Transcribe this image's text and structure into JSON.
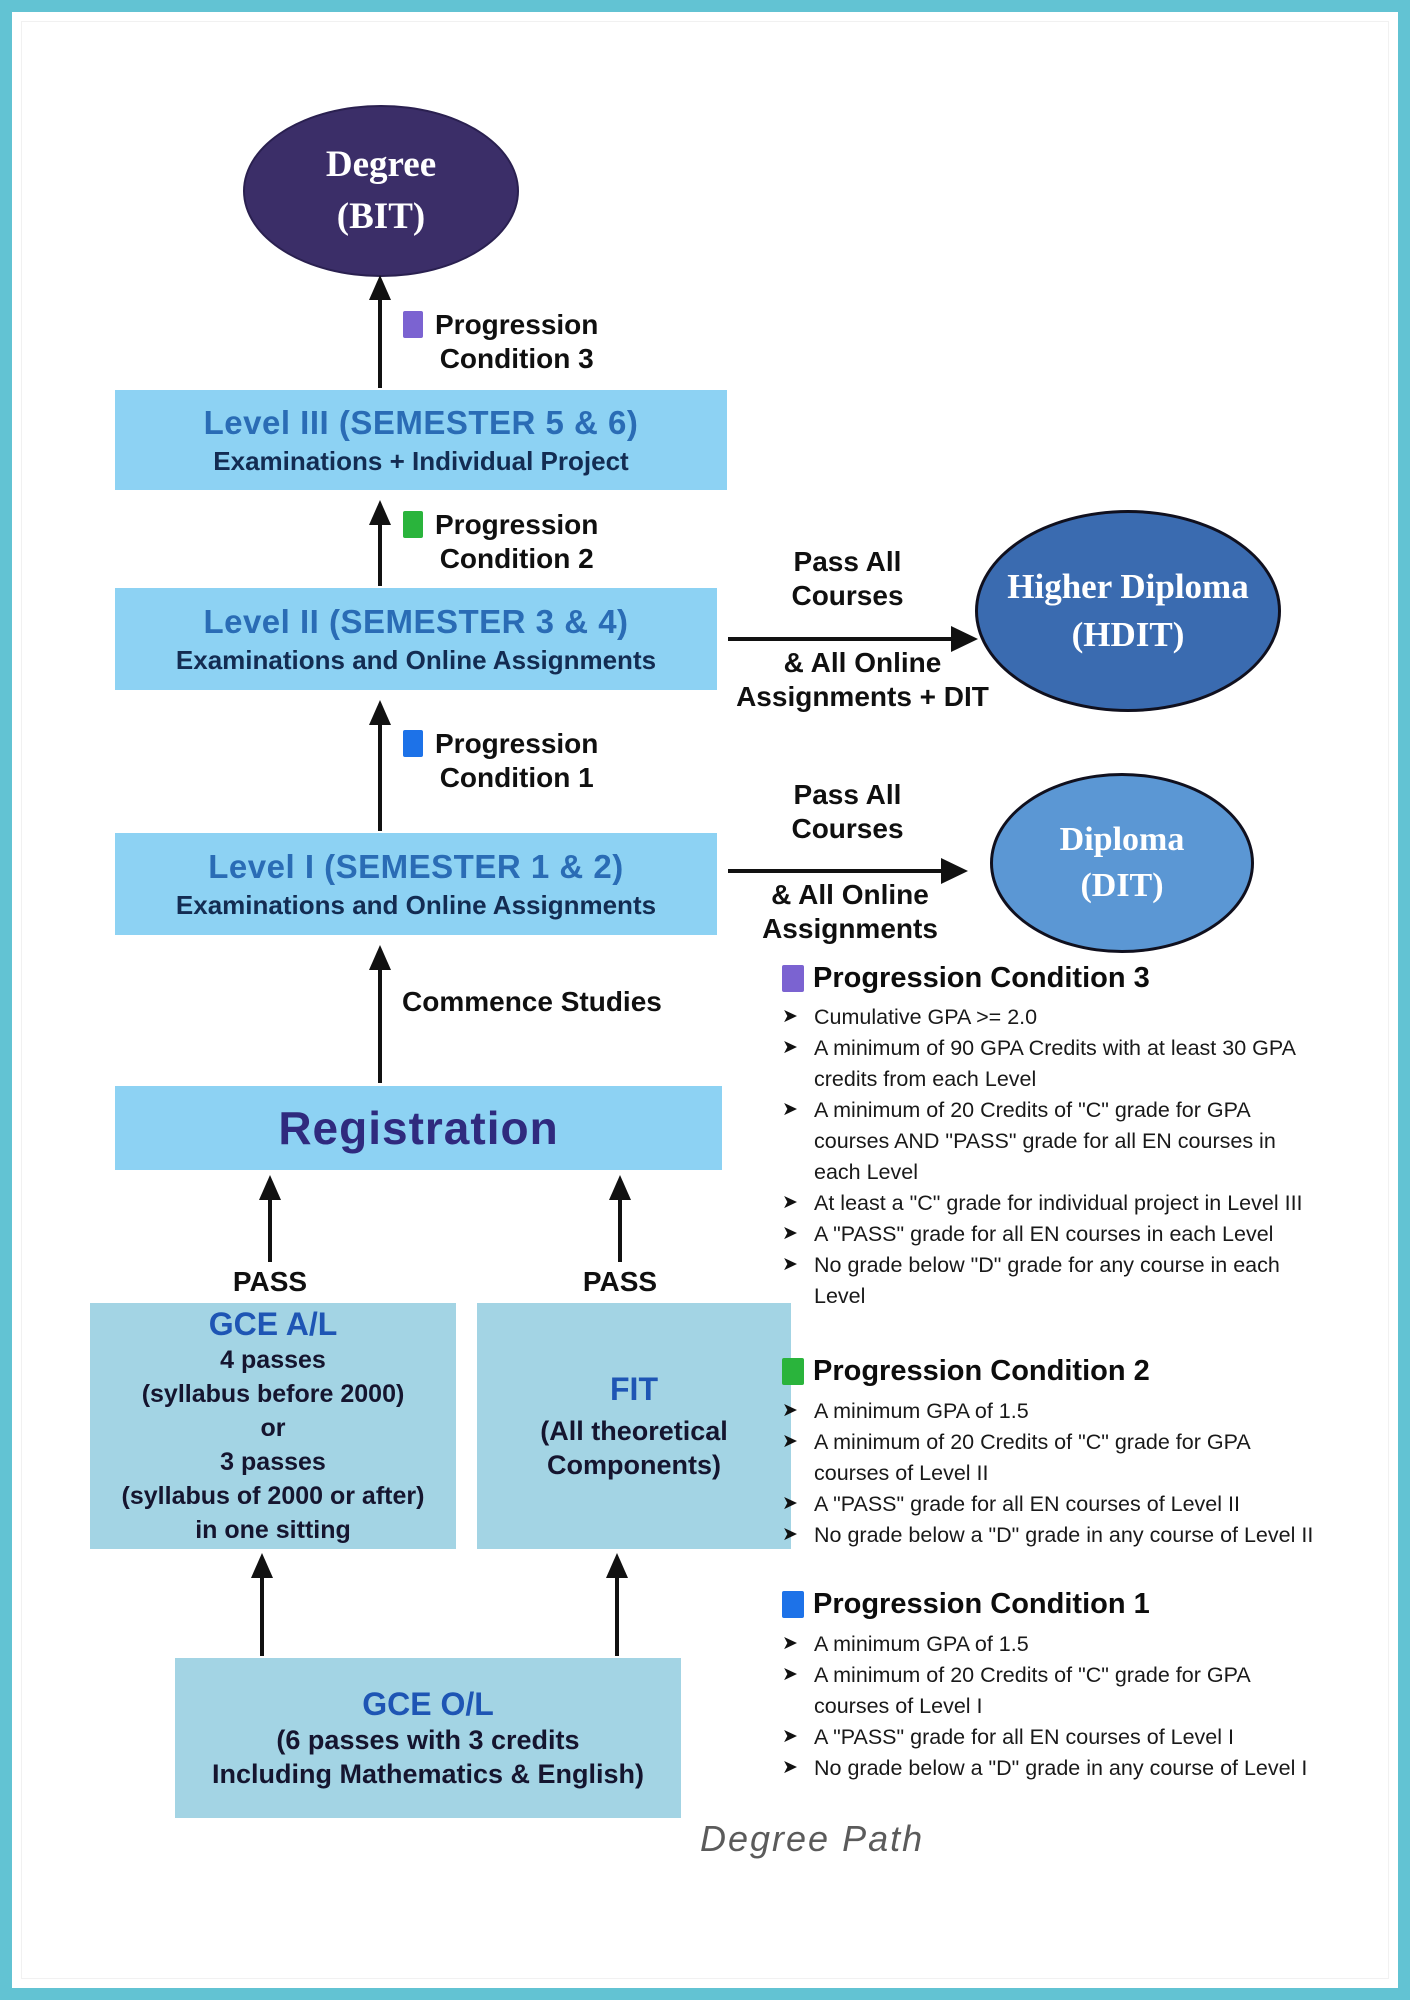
{
  "page": {
    "frame_color": "#62c3d3",
    "background": "#ffffff",
    "footer_label": "Degree Path"
  },
  "glyphs": {
    "bullet": "➤"
  },
  "palette": {
    "level_box": "#8dd2f3",
    "entry_box": "#a3d4e4",
    "degree_fill": "#3b2e68",
    "hdit_fill": "#3a6bb0",
    "dit_fill": "#5b97d4",
    "level_title": "#2a6cb5",
    "entry_title": "#1e55b4",
    "subtitle_navy": "#132c52",
    "registration_text": "#2f2a7e",
    "prog3_square": "#7b63d1",
    "prog2_square": "#2ab43c",
    "prog1_square": "#1d72e8"
  },
  "flow": {
    "degree": {
      "line1": "Degree",
      "line2": "(BIT)"
    },
    "prog3": {
      "line1": "Progression",
      "line2": "Condition 3",
      "square_color": "#7b63d1"
    },
    "level3": {
      "title": "Level III (SEMESTER 5 & 6)",
      "subtitle": "Examinations + Individual Project"
    },
    "prog2": {
      "line1": "Progression",
      "line2": "Condition 2",
      "square_color": "#2ab43c"
    },
    "level2": {
      "title": "Level II (SEMESTER 3 & 4)",
      "subtitle": "Examinations and Online Assignments"
    },
    "prog1": {
      "line1": "Progression",
      "line2": "Condition 1",
      "square_color": "#1d72e8"
    },
    "level1": {
      "title": "Level I (SEMESTER 1 & 2)",
      "subtitle": "Examinations and Online Assignments"
    },
    "commence_label": "Commence Studies",
    "registration_label": "Registration",
    "pass_left": "PASS",
    "pass_right": "PASS",
    "hdit_route": {
      "above1": "Pass All",
      "above2": "Courses",
      "below1": "& All Online",
      "below2": "Assignments + DIT",
      "ellipse1": "Higher Diploma",
      "ellipse2": "(HDIT)"
    },
    "dit_route": {
      "above1": "Pass All",
      "above2": "Courses",
      "below1": "& All Online",
      "below2": "Assignments",
      "ellipse1": "Diploma",
      "ellipse2": "(DIT)"
    },
    "gce_al": {
      "title": "GCE A/L",
      "lines": [
        "4 passes",
        "(syllabus before 2000)",
        "or",
        "3 passes",
        "(syllabus of 2000 or after)",
        "in one sitting"
      ]
    },
    "fit": {
      "title": "FIT",
      "lines": [
        "(All theoretical",
        "Components)"
      ]
    },
    "gce_ol": {
      "title": "GCE O/L",
      "lines": [
        "(6 passes with 3 credits",
        "Including Mathematics & English)"
      ]
    }
  },
  "conditions": [
    {
      "title": "Progression Condition 3",
      "square_color": "#7b63d1",
      "items": [
        [
          "Cumulative GPA >= 2.0"
        ],
        [
          "A minimum of 90 GPA Credits with at least 30 GPA",
          "credits from each Level"
        ],
        [
          "A minimum of 20 Credits of \"C\" grade for GPA",
          "courses AND \"PASS\" grade for all EN courses in",
          "each Level"
        ],
        [
          "At least a \"C\" grade for individual project in Level III"
        ],
        [
          "A \"PASS\" grade for all EN courses in each Level"
        ],
        [
          "No grade below \"D\" grade for any course in each",
          "Level"
        ]
      ]
    },
    {
      "title": "Progression Condition 2",
      "square_color": "#2ab43c",
      "items": [
        [
          "A minimum GPA of 1.5"
        ],
        [
          "A minimum of 20 Credits of \"C\" grade for GPA",
          "courses of Level II"
        ],
        [
          "A \"PASS\" grade for all EN courses of Level II"
        ],
        [
          "No grade below a \"D\" grade in any course of Level II"
        ]
      ]
    },
    {
      "title": "Progression Condition 1",
      "square_color": "#1d72e8",
      "items": [
        [
          "A minimum GPA of 1.5"
        ],
        [
          "A minimum of 20 Credits of \"C\" grade for GPA",
          "courses of Level I"
        ],
        [
          "A \"PASS\" grade for all EN courses of Level I"
        ],
        [
          "No grade below a \"D\" grade in any course of Level I"
        ]
      ]
    }
  ]
}
